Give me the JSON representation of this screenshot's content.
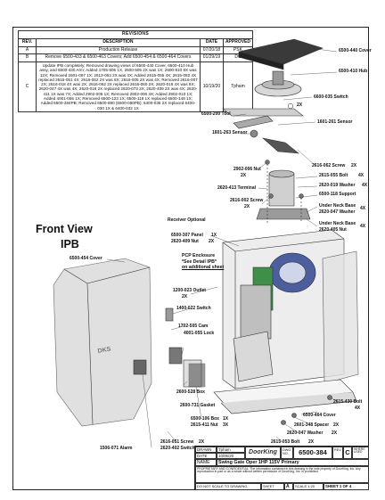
{
  "revisions": {
    "title": "REVISIONS",
    "headers": [
      "REV.",
      "DESCRIPTION",
      "DATE",
      "APPROVED"
    ],
    "rows": [
      {
        "rev": "A",
        "description": "Production Release",
        "date": "07/20/18",
        "approved": "PSK"
      },
      {
        "rev": "B",
        "description": "Remove 6500-433 & 6500-463 Covers; Add 6500-454 & 6500-464 Covers",
        "date": "01/29/19",
        "approved": "DC"
      },
      {
        "rev": "C",
        "description": "Update IPB completely; Removed drawing views of 6500-440 Cover, 6500-410 Hub assy, and 6500-430 Arm; Added 1705-505 1X, 2600-505 2X was 1X; 2600-810 8X was 12X; Removed 2601-097 1X; 2613-053 2X was 4X; Added 2615-055 4X; 2615-082 4X replaced 2615-051 4X; 2616-062 2X was 8X; 2616-005 2X was 4X; Removed 2616-007 2X; 2616-018 4X was 2X; 2616-062 2X replaced 2616-060 2X; 2620-019 4X was 8X; 2620-047 4X was 4X; 2620-016 2X replaced 2620-073 2X; 2620-409 2X was 4X; 2620-411 1X was 7X; Added 2902-005 1X; Removed 2902-006 4X; Added 2902-010 1X; Added 4001-055 1X; Removed 6500-123 1X; 6500-118 1X replaced 6500-148 1X; Added 6500-384PB; Removed 6500-880 (6500-080PB); 6400-035 2X replaced 6400-030 1X & 6400-032 1X",
        "date": "10/19/20",
        "approved": "Tpham"
      }
    ]
  },
  "view": {
    "title": "Front View",
    "subtitle": "IPB"
  },
  "callouts": {
    "c1": "6500-440 Cover",
    "c2": "6500-410 Hub",
    "c3": "6600-035 Switch",
    "c3b": "2X",
    "c4": "6500-200 Tool",
    "c5": "1601-261 Sensor",
    "c6": "1601-263 Sensor",
    "c7": "2616-062 Screw",
    "c7b": "2X",
    "c8": "2902-006 Nut",
    "c8b": "2X",
    "c9": "2615-055 Bolt",
    "c9b": "4X",
    "c10": "2620-019 Washer",
    "c10b": "4X",
    "c11": "2620-413 Terminal",
    "c12": "6500-118 Support",
    "c13": "2616-002 Screw",
    "c13b": "2X",
    "c14": "Under Neck Base",
    "c15": "2620-047 Washer",
    "c15b": "4X",
    "c16": "Receiver Optional",
    "c17": "Under Neck Base",
    "c18": "2620-405 Nut",
    "c18b": "4X",
    "c19": "6500-307 Panel",
    "c19b": "1X",
    "c20": "2620-409 Nut",
    "c20b": "2X",
    "pcp1": "PCP Enclosure",
    "pcp2": "*See Detail IPB*",
    "pcp3": "on additional sheet",
    "c21": "6500-454 Cover",
    "c22": "1200-023 Outlet",
    "c22b": "2X",
    "c23": "1400-022 Switch",
    "c24": "1702-505 Cam",
    "c25": "4001-055 Lock",
    "c26": "2600-528 Box",
    "c27": "2600-731 Gasket",
    "c28": "6500-106 Box",
    "c28b": "1X",
    "c29": "2615-411 Nut",
    "c29b": "3X",
    "c30": "2615-430 Bolt",
    "c30b": "4X",
    "c31": "6500-464 Cover",
    "c32": "2601-348 Spacer",
    "c32b": "2X",
    "c33": "2620-047 Washer",
    "c33b": "2X",
    "c34": "2615-053 Bolt",
    "c34b": "2X",
    "c35": "2616-051 Screw",
    "c35b": "2X",
    "c36": "2620-402 Switch",
    "c37": "1506-071 Alarm"
  },
  "title_block": {
    "drawn_label": "DRAWN",
    "drawn_by": "Tpham",
    "date_label": "DATE",
    "date": "10/06/20",
    "logo": "DoorKing",
    "dwg_label": "DWG NO.",
    "dwg_no": "6500-384",
    "rev_label": "REV",
    "rev": "C",
    "where_used": "WHERE USED",
    "name_label": "NAME",
    "name": "Swing Gate Oper 1HP 115V Primary",
    "proprietary": "PROPRIETARY AND CONFIDENTIAL: The information contained in this drawing is the sole property of DoorKing, Inc. Any reproduction in part or as a whole without written permission of DoorKing, Inc. is prohibited.",
    "no_scale": "DO NOT SCALE TO DRAWING",
    "sheet_size_label": "SHEET SIZE",
    "sheet_size": "A",
    "scale": "SCALE 1:20",
    "sheet": "SHEET 1 OF 4"
  }
}
